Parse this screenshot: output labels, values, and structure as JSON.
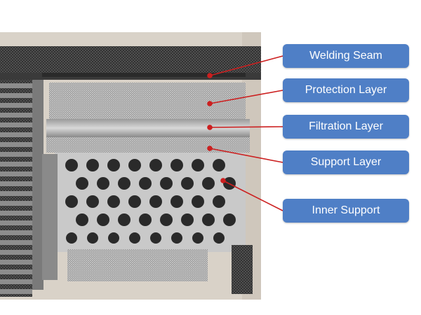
{
  "labels": {
    "welding_seam": "Welding Seam",
    "protection_layer": "Protection Layer",
    "filtration_layer": "Filtration Layer",
    "support_layer": "Support Layer",
    "inner_support": "Inner Support"
  },
  "colors": {
    "label_fill": "#4f7fc6",
    "label_text": "#ffffff",
    "leader_line": "#cc1f1f",
    "background_wall": "#d9d2c8",
    "mesh_dark": "#3e3e3e",
    "mesh_light": "#b9b9b9",
    "perforated_plate": "#c9c9c9"
  }
}
